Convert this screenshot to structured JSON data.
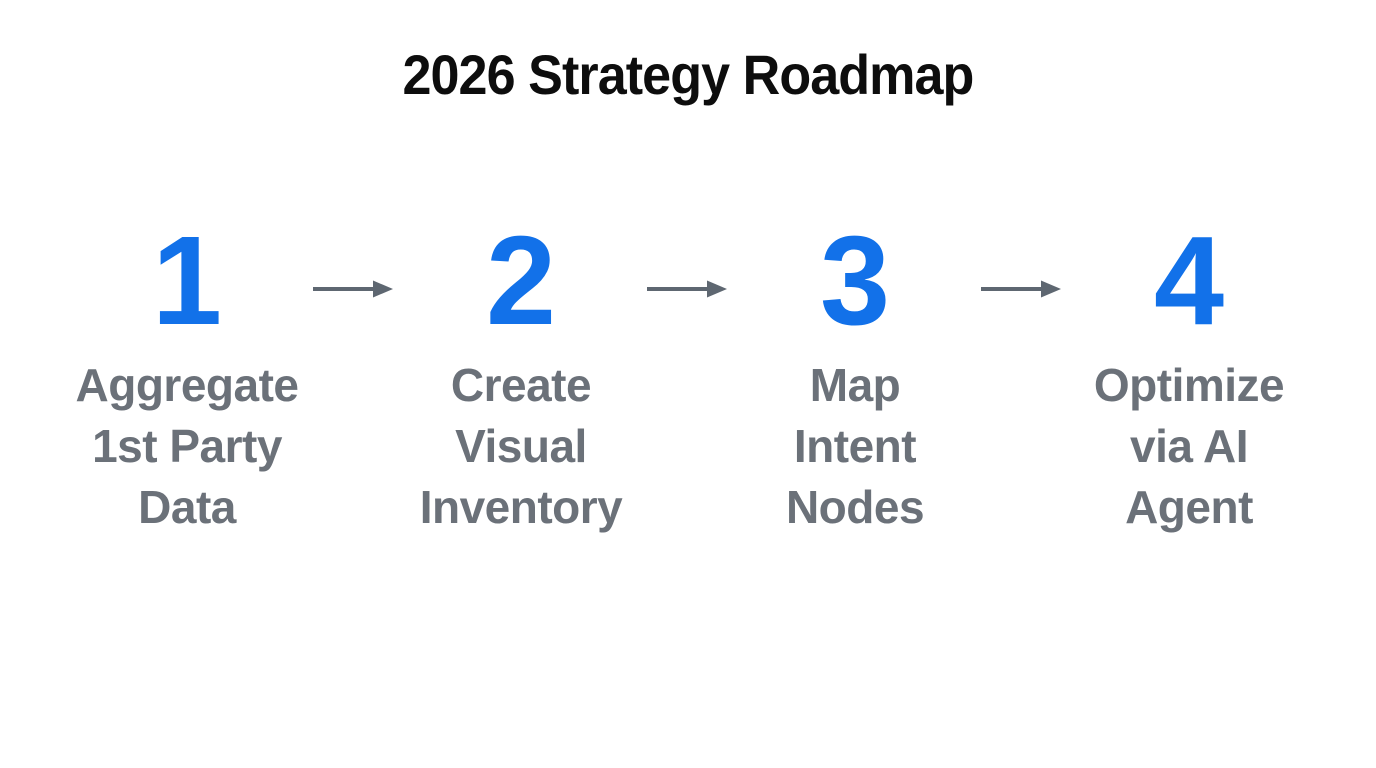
{
  "title": "2026 Strategy Roadmap",
  "steps": [
    {
      "number": "1",
      "label": "Aggregate\n1st Party\nData"
    },
    {
      "number": "2",
      "label": "Create\nVisual\nInventory"
    },
    {
      "number": "3",
      "label": "Map\nIntent\nNodes"
    },
    {
      "number": "4",
      "label": "Optimize\nvia AI\nAgent"
    }
  ],
  "connector_icon": "arrow-right",
  "colors": {
    "background": "#ffffff",
    "title_black": "#0d0d0d",
    "accent_blue": "#1271e9",
    "label_gray": "#6b7179",
    "arrow_gray": "#5e6771"
  }
}
